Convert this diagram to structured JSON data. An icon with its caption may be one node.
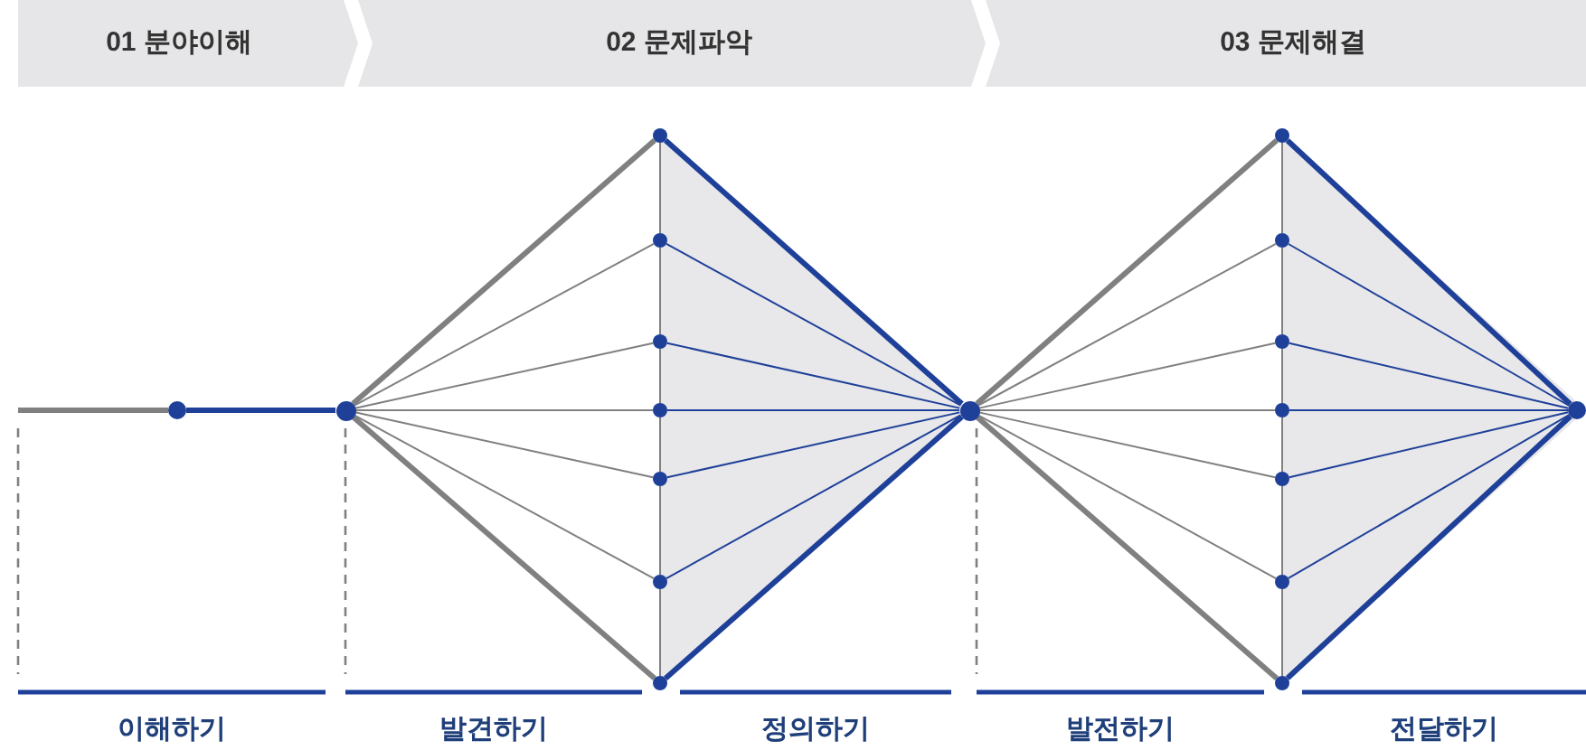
{
  "diagram": {
    "nodes": [
      {
        "text": [
          "01 분야이해"
        ]
      },
      {
        "text": [
          "02 문제파악"
        ]
      },
      {
        "text": [
          "03 문제해결"
        ]
      },
      {
        "text": [],
        "shape": "circle"
      },
      {
        "text": [],
        "shape": "circle"
      },
      {
        "text": [],
        "shape": "circle"
      },
      {
        "text": [],
        "shape": "circle"
      },
      {
        "text": [],
        "shape": "circle"
      },
      {
        "text": [],
        "shape": "circle"
      },
      {
        "text": [],
        "shape": "circle"
      },
      {
        "text": [],
        "shape": "circle"
      },
      {
        "text": [],
        "shape": "circle"
      },
      {
        "text": [],
        "shape": "circle"
      },
      {
        "text": [],
        "shape": "circle"
      },
      {
        "text": [],
        "shape": "circle"
      },
      {
        "text": [],
        "shape": "circle"
      },
      {
        "text": [],
        "shape": "circle"
      },
      {
        "text": [],
        "shape": "circle"
      },
      {
        "text": [],
        "shape": "circle"
      },
      {
        "text": [],
        "shape": "circle"
      },
      {
        "text": [],
        "shape": "circle"
      }
    ],
    "edges": [
      {
        "from": null,
        "to": 3,
        "arrow": "none",
        "style": "thick"
      },
      {
        "from": 3,
        "to": 4,
        "arrow": "none",
        "style": "thick",
        "color": "#1f4099"
      },
      {
        "from": 4,
        "to": 5,
        "arrow": "none",
        "style": "thick"
      },
      {
        "from": 4,
        "to": 6,
        "arrow": "none"
      },
      {
        "from": 4,
        "to": 7,
        "arrow": "none"
      },
      {
        "from": 4,
        "to": 8,
        "arrow": "none"
      },
      {
        "from": 4,
        "to": 9,
        "arrow": "none"
      },
      {
        "from": 4,
        "to": 10,
        "arrow": "none"
      },
      {
        "from": 4,
        "to": 11,
        "arrow": "none",
        "style": "thick"
      },
      {
        "from": 5,
        "to": 6,
        "arrow": "none"
      },
      {
        "from": 6,
        "to": 7,
        "arrow": "none"
      },
      {
        "from": 7,
        "to": 8,
        "arrow": "none"
      },
      {
        "from": 8,
        "to": 9,
        "arrow": "none"
      },
      {
        "from": 9,
        "to": 10,
        "arrow": "none"
      },
      {
        "from": 10,
        "to": 11,
        "arrow": "none"
      },
      {
        "from": 5,
        "to": 12,
        "arrow": "none",
        "style": "thick",
        "color": "#1f4099"
      },
      {
        "from": 6,
        "to": 12,
        "arrow": "none",
        "color": "#1f4099"
      },
      {
        "from": 7,
        "to": 12,
        "arrow": "none",
        "color": "#1f4099"
      },
      {
        "from": 8,
        "to": 12,
        "arrow": "none",
        "color": "#1f4099"
      },
      {
        "from": 9,
        "to": 12,
        "arrow": "none",
        "color": "#1f4099"
      },
      {
        "from": 10,
        "to": 12,
        "arrow": "none",
        "color": "#1f4099"
      },
      {
        "from": 11,
        "to": 12,
        "arrow": "none",
        "style": "thick",
        "color": "#1f4099"
      },
      {
        "from": 12,
        "to": 13,
        "arrow": "none",
        "style": "thick"
      },
      {
        "from": 12,
        "to": 14,
        "arrow": "none"
      },
      {
        "from": 12,
        "to": 15,
        "arrow": "none"
      },
      {
        "from": 12,
        "to": 16,
        "arrow": "none"
      },
      {
        "from": 12,
        "to": 17,
        "arrow": "none"
      },
      {
        "from": 12,
        "to": 18,
        "arrow": "none"
      },
      {
        "from": 12,
        "to": 19,
        "arrow": "none",
        "style": "thick"
      },
      {
        "from": 13,
        "to": 14,
        "arrow": "none"
      },
      {
        "from": 14,
        "to": 15,
        "arrow": "none"
      },
      {
        "from": 15,
        "to": 16,
        "arrow": "none"
      },
      {
        "from": 16,
        "to": 17,
        "arrow": "none"
      },
      {
        "from": 17,
        "to": 18,
        "arrow": "none"
      },
      {
        "from": 18,
        "to": 19,
        "arrow": "none"
      },
      {
        "from": 13,
        "to": 20,
        "arrow": "none",
        "style": "thick",
        "color": "#1f4099"
      },
      {
        "from": 14,
        "to": 20,
        "arrow": "none",
        "color": "#1f4099"
      },
      {
        "from": 15,
        "to": 20,
        "arrow": "none",
        "color": "#1f4099"
      },
      {
        "from": 16,
        "to": 20,
        "arrow": "none",
        "color": "#1f4099"
      },
      {
        "from": 17,
        "to": 20,
        "arrow": "none",
        "color": "#1f4099"
      },
      {
        "from": 18,
        "to": 20,
        "arrow": "none",
        "color": "#1f4099"
      },
      {
        "from": 19,
        "to": 20,
        "arrow": "none",
        "style": "thick",
        "color": "#1f4099"
      }
    ],
    "labels": [
      "이해하기",
      "발견하기",
      "정의하기",
      "발전하기",
      "전달하기"
    ]
  }
}
